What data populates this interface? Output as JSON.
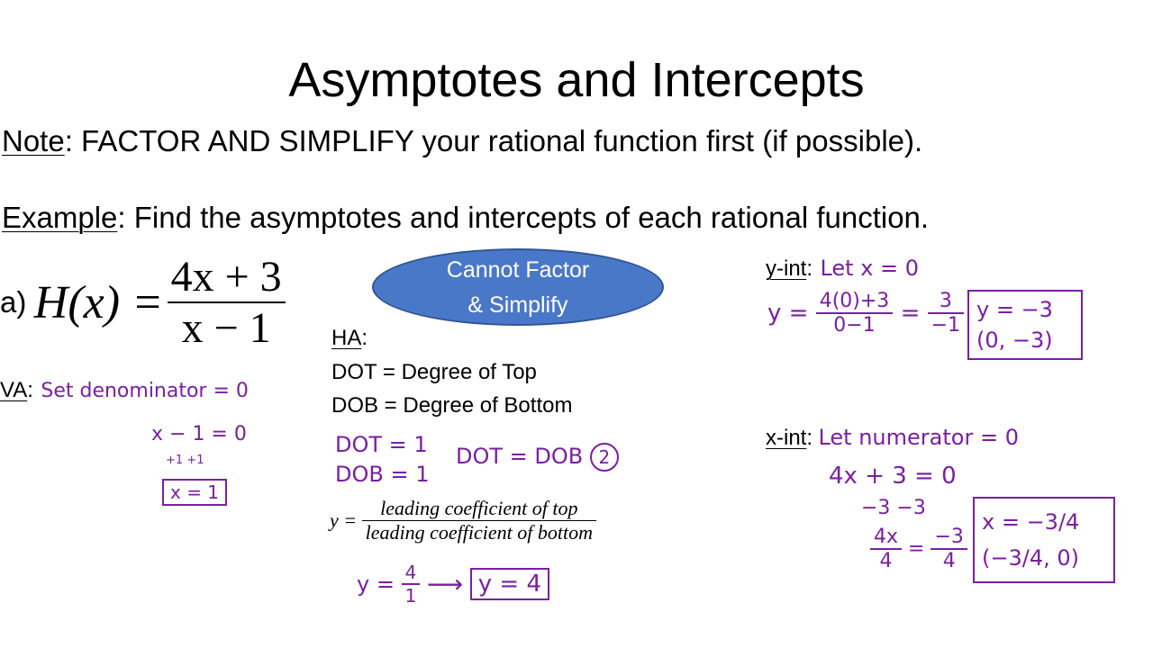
{
  "title": "Asymptotes and Intercepts",
  "note": {
    "label": "Note",
    "text": ": FACTOR AND SIMPLIFY your rational function first (if possible)."
  },
  "example": {
    "label": "Example",
    "text": ": Find the asymptotes and intercepts of each rational function."
  },
  "problem": {
    "label": "a)",
    "lhs": "H(x) =",
    "numerator": "4x + 3",
    "denominator": "x − 1"
  },
  "oval": {
    "line1": "Cannot Factor",
    "line2": "& Simplify"
  },
  "va": {
    "label": "VA",
    "note": "Set denominator = 0",
    "step1": "x − 1 = 0",
    "step2": "+1   +1",
    "answer": "x = 1"
  },
  "ha": {
    "label": "HA",
    "dot": "DOT = Degree of Top",
    "dob": "DOB = Degree of Bottom",
    "hand_dot": "DOT = 1",
    "hand_dob": "DOB = 1",
    "compare": "DOT = DOB",
    "case": "2",
    "formula_lhs": "y =",
    "formula_num": "leading coefficient of top",
    "formula_den": "leading coefficient of bottom",
    "calc_lhs": "y =",
    "calc_num": "4",
    "calc_den": "1",
    "arrow": "⟶",
    "answer": "y = 4"
  },
  "yint": {
    "label": "y-int",
    "note": "Let x = 0",
    "calc_lhs": "y =",
    "calc_num": "4(0)+3",
    "calc_den": "0−1",
    "eq": "=",
    "calc_num2": "3",
    "calc_den2": "−1",
    "answer1": "y = −3",
    "answer2": "(0, −3)"
  },
  "xint": {
    "label": "x-int",
    "note": "Let numerator = 0",
    "step1": "4x + 3 = 0",
    "step2": "−3   −3",
    "step3_num_l": "4x",
    "step3_den_l": "4",
    "step3_eq": "=",
    "step3_num_r": "−3",
    "step3_den_r": "4",
    "answer1": "x = −3/4",
    "answer2": "(−3/4, 0)"
  },
  "colors": {
    "ink": "#7a1fa2",
    "oval_fill": "#4a78c8",
    "oval_border": "#2f5597",
    "text": "#000000"
  }
}
